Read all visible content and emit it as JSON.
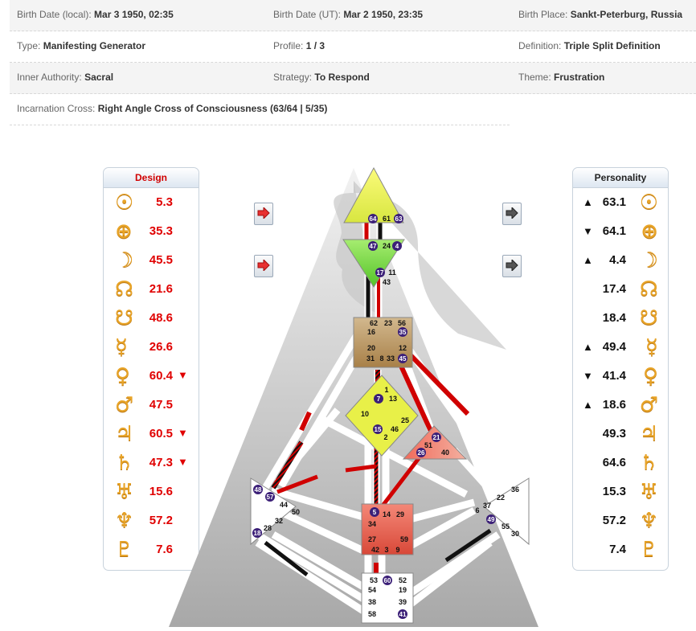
{
  "info": {
    "birth_date_local_label": "Birth Date (local):",
    "birth_date_local_value": "Mar 3 1950, 02:35",
    "birth_date_ut_label": "Birth Date (UT):",
    "birth_date_ut_value": "Mar 2 1950, 23:35",
    "birth_place_label": "Birth Place:",
    "birth_place_value": "Sankt-Peterburg, Russia",
    "type_label": "Type:",
    "type_value": "Manifesting Generator",
    "profile_label": "Profile:",
    "profile_value": "1 / 3",
    "definition_label": "Definition:",
    "definition_value": "Triple Split Definition",
    "authority_label": "Inner Authority:",
    "authority_value": "Sacral",
    "strategy_label": "Strategy:",
    "strategy_value": "To Respond",
    "theme_label": "Theme:",
    "theme_value": "Frustration",
    "cross_label": "Incarnation Cross:",
    "cross_value": "Right Angle Cross of Consciousness (63/64 | 5/35)"
  },
  "design": {
    "title": "Design",
    "rows": [
      {
        "icon": "sun-icon",
        "glyph": "☉",
        "value": "5.3",
        "mark": ""
      },
      {
        "icon": "earth-icon",
        "glyph": "⊕",
        "value": "35.3",
        "mark": ""
      },
      {
        "icon": "moon-icon",
        "glyph": "☽",
        "value": "45.5",
        "mark": ""
      },
      {
        "icon": "north-node-icon",
        "glyph": "☊",
        "value": "21.6",
        "mark": ""
      },
      {
        "icon": "south-node-icon",
        "glyph": "☋",
        "value": "48.6",
        "mark": ""
      },
      {
        "icon": "mercury-icon",
        "glyph": "☿",
        "value": "26.6",
        "mark": ""
      },
      {
        "icon": "venus-icon",
        "glyph": "♀",
        "value": "60.4",
        "mark": "▼"
      },
      {
        "icon": "mars-icon",
        "glyph": "♂",
        "value": "47.5",
        "mark": ""
      },
      {
        "icon": "jupiter-icon",
        "glyph": "♃",
        "value": "60.5",
        "mark": "▼"
      },
      {
        "icon": "saturn-icon",
        "glyph": "♄",
        "value": "47.3",
        "mark": "▼"
      },
      {
        "icon": "uranus-icon",
        "glyph": "♅",
        "value": "15.6",
        "mark": ""
      },
      {
        "icon": "neptune-icon",
        "glyph": "♆",
        "value": "57.2",
        "mark": ""
      },
      {
        "icon": "pluto-icon",
        "glyph": "♇",
        "value": "7.6",
        "mark": ""
      }
    ]
  },
  "personality": {
    "title": "Personality",
    "rows": [
      {
        "icon": "sun-icon",
        "glyph": "☉",
        "value": "63.1",
        "mark": "▲"
      },
      {
        "icon": "earth-icon",
        "glyph": "⊕",
        "value": "64.1",
        "mark": "▼"
      },
      {
        "icon": "moon-icon",
        "glyph": "☽",
        "value": "4.4",
        "mark": "▲"
      },
      {
        "icon": "north-node-icon",
        "glyph": "☊",
        "value": "17.4",
        "mark": ""
      },
      {
        "icon": "south-node-icon",
        "glyph": "☋",
        "value": "18.4",
        "mark": ""
      },
      {
        "icon": "mercury-icon",
        "glyph": "☿",
        "value": "49.4",
        "mark": "▲"
      },
      {
        "icon": "venus-icon",
        "glyph": "♀",
        "value": "41.4",
        "mark": "▼"
      },
      {
        "icon": "mars-icon",
        "glyph": "♂",
        "value": "18.6",
        "mark": "▲"
      },
      {
        "icon": "jupiter-icon",
        "glyph": "♃",
        "value": "49.3",
        "mark": ""
      },
      {
        "icon": "saturn-icon",
        "glyph": "♄",
        "value": "64.6",
        "mark": ""
      },
      {
        "icon": "uranus-icon",
        "glyph": "♅",
        "value": "15.3",
        "mark": ""
      },
      {
        "icon": "neptune-icon",
        "glyph": "♆",
        "value": "57.2",
        "mark": ""
      },
      {
        "icon": "pluto-icon",
        "glyph": "♇",
        "value": "7.4",
        "mark": ""
      }
    ]
  },
  "buttons": {
    "design_top_icon": "red-arrow-icon",
    "design_bottom_icon": "red-arrow-icon",
    "personality_top_icon": "gray-arrow-icon",
    "personality_bottom_icon": "gray-arrow-icon"
  },
  "colors": {
    "design": "#e00000",
    "personality": "#111111",
    "planet_glyph": "#e8a428"
  },
  "bodygraph": {
    "head_gates": [
      "64",
      "61",
      "63"
    ],
    "ajna_gates": [
      "47",
      "24",
      "4",
      "17",
      "11",
      "43"
    ],
    "throat_gates": [
      "62",
      "23",
      "56",
      "16",
      "35",
      "20",
      "12",
      "31",
      "8",
      "33",
      "45"
    ],
    "g_gates": [
      "1",
      "7",
      "13",
      "10",
      "25",
      "15",
      "46",
      "2"
    ],
    "ego_gates": [
      "21",
      "51",
      "26",
      "40"
    ],
    "spleen_gates": [
      "48",
      "57",
      "44",
      "50",
      "32",
      "28",
      "18"
    ],
    "sacral_gates": [
      "5",
      "14",
      "29",
      "34",
      "27",
      "59",
      "42",
      "3",
      "9"
    ],
    "solar_gates": [
      "36",
      "37",
      "22",
      "6",
      "49",
      "55",
      "30"
    ],
    "root_gates": [
      "53",
      "60",
      "52",
      "54",
      "19",
      "38",
      "39",
      "58",
      "41"
    ]
  }
}
